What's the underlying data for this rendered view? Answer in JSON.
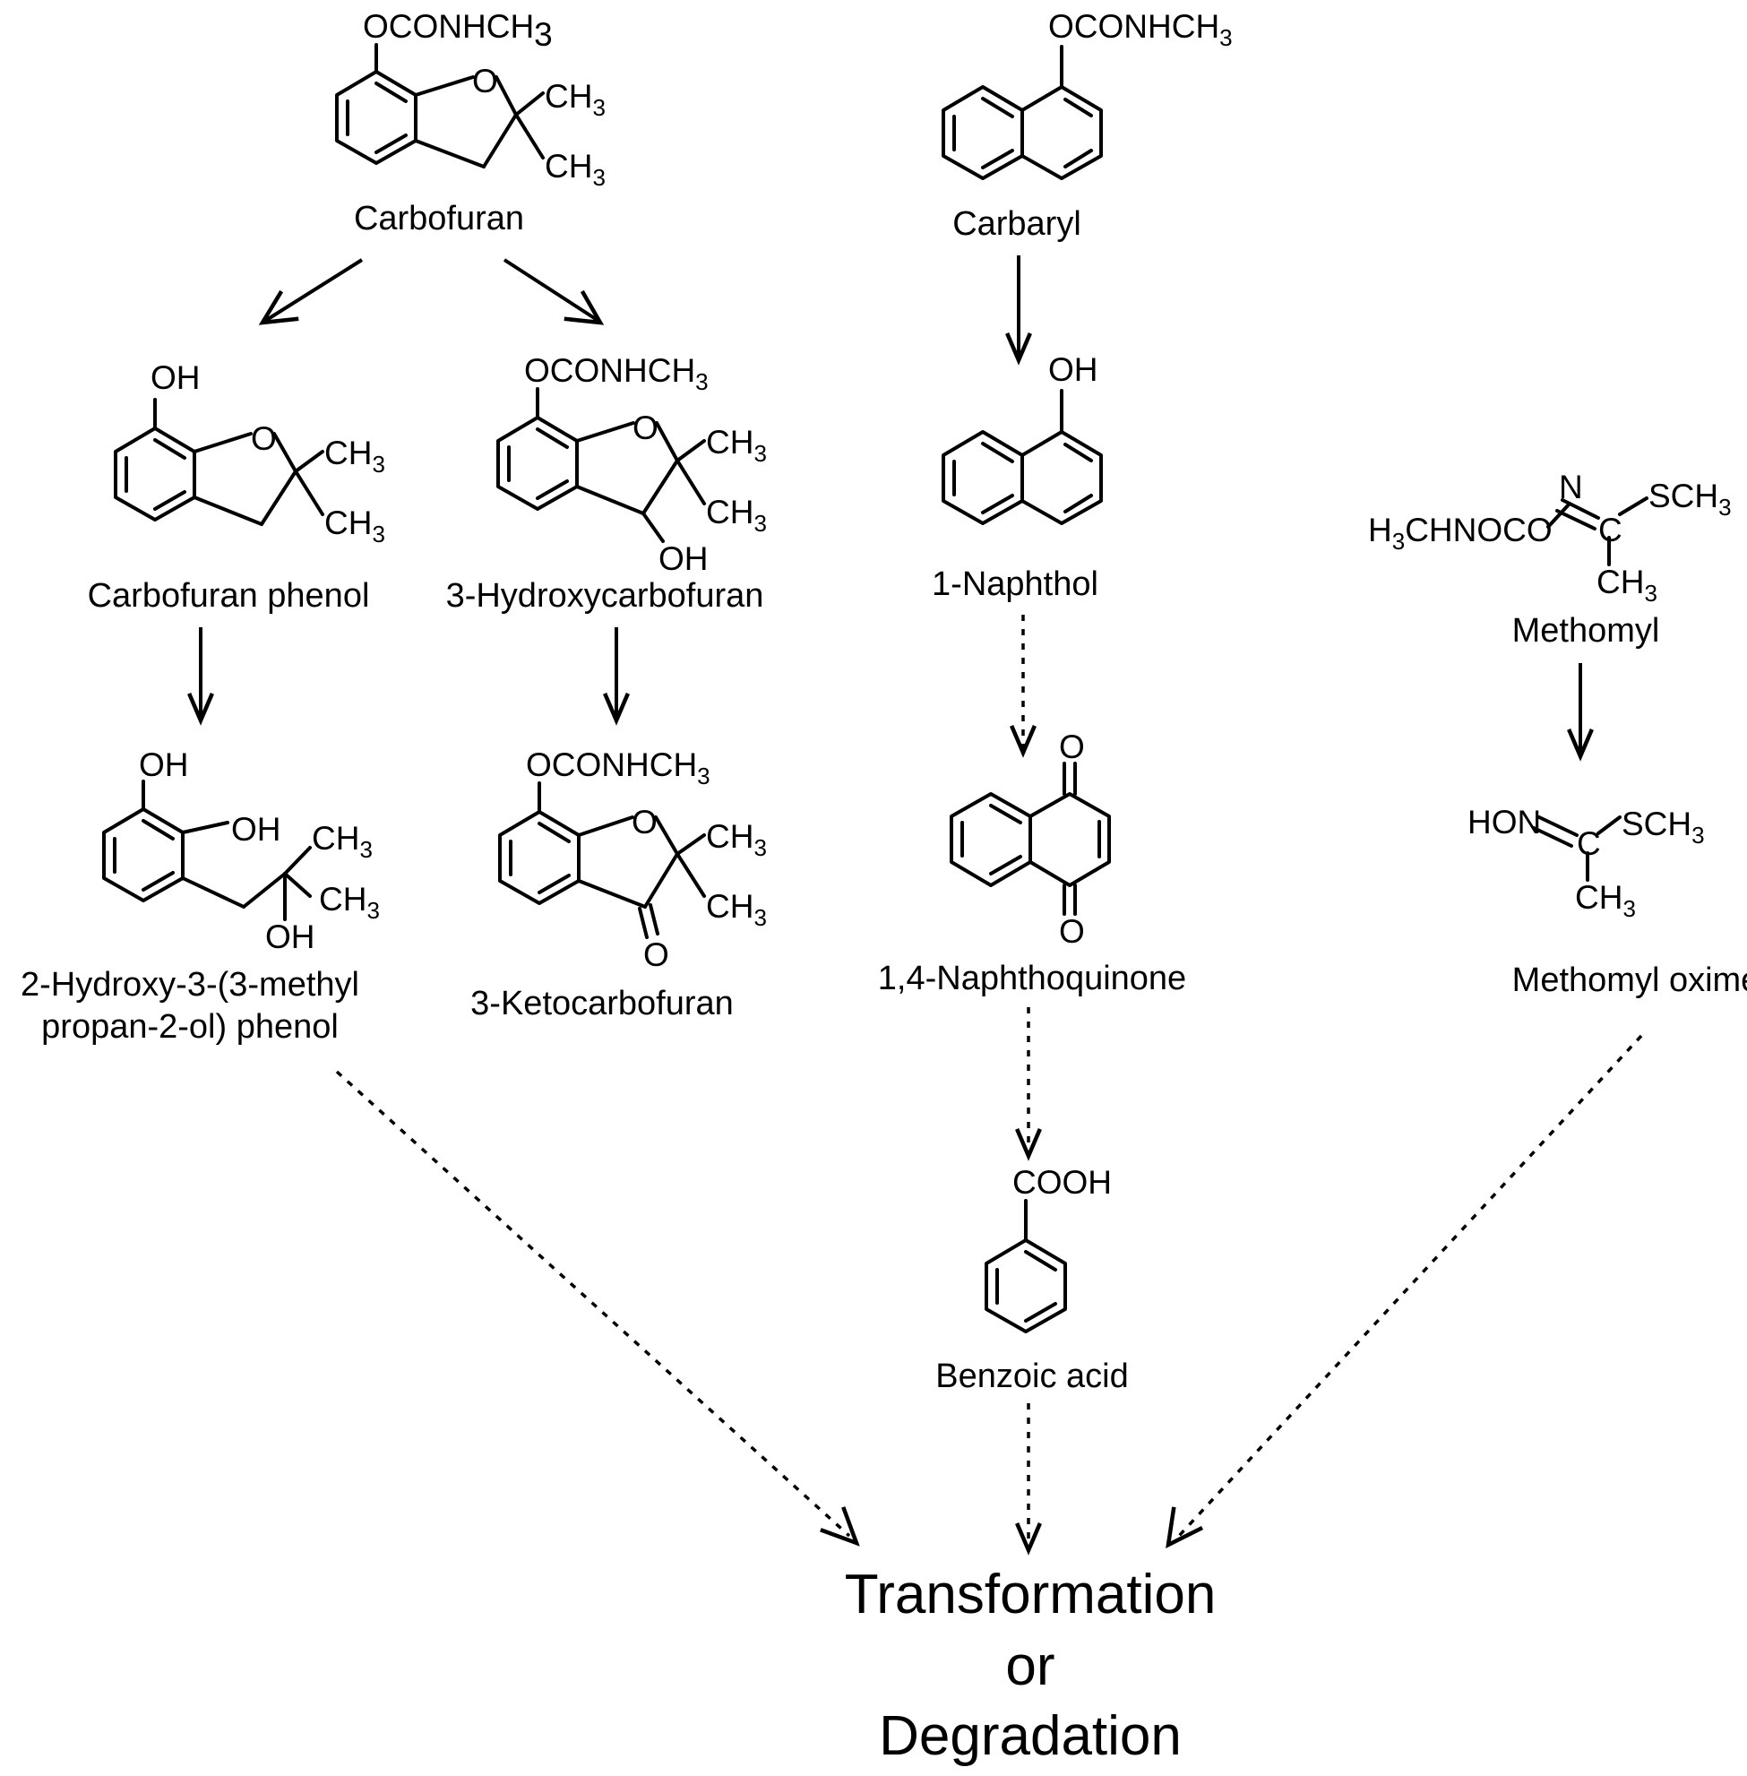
{
  "compounds": {
    "carbofuran": {
      "name": "Carbofuran",
      "group": "OCONHCH",
      "methyl1": "CH",
      "methyl2": "CH",
      "ring_o": "O",
      "sub3": "3"
    },
    "carbofuran_phenol": {
      "name": "Carbofuran phenol",
      "group": "OH",
      "methyl1": "CH",
      "methyl2": "CH",
      "ring_o": "O",
      "sub3": "3"
    },
    "hydroxycarbofuran": {
      "name": "3-Hydroxycarbofuran",
      "group": "OCONHCH",
      "methyl1": "CH",
      "methyl2": "CH",
      "ring_o": "O",
      "oh": "OH",
      "sub3": "3"
    },
    "hydroxy_methylpropanol_phenol": {
      "name_line1": "2-Hydroxy-3-(3-methyl",
      "name_line2": "propan-2-ol) phenol",
      "oh_top": "OH",
      "oh_ring": "OH",
      "methyl1": "CH",
      "methyl2": "CH",
      "oh_chain": "OH",
      "sub3": "3"
    },
    "ketocarbofuran": {
      "name": "3-Ketocarbofuran",
      "group": "OCONHCH",
      "methyl1": "CH",
      "methyl2": "CH",
      "ring_o": "O",
      "keto_o": "O",
      "sub3": "3"
    },
    "carbaryl": {
      "name": "Carbaryl",
      "group": "OCONHCH",
      "sub3": "3"
    },
    "naphthol": {
      "name": "1-Naphthol",
      "group": "OH"
    },
    "naphthoquinone": {
      "name": "1,4-Naphthoquinone",
      "o_top": "O",
      "o_bottom": "O"
    },
    "benzoic_acid": {
      "name": "Benzoic acid",
      "group": "COOH"
    },
    "methomyl": {
      "name": "Methomyl",
      "left": "H",
      "left_sub": "3",
      "left_rest": "CHNOCO",
      "n": "N",
      "c": "C",
      "s": "SCH",
      "ch": "CH",
      "sub3": "3"
    },
    "methomyl_oxime": {
      "name": "Methomyl oxime",
      "hon": "HON",
      "c": "C",
      "s": "SCH",
      "ch": "CH",
      "sub3": "3"
    }
  },
  "final": {
    "line1": "Transformation",
    "line2": "or",
    "line3": "Degradation"
  }
}
